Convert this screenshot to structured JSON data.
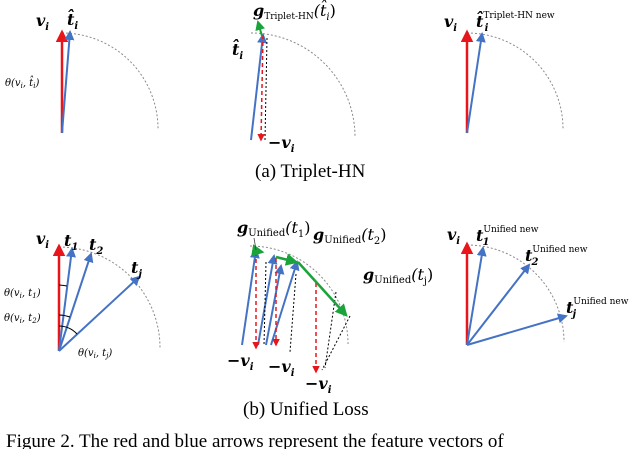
{
  "panels": {
    "a": {
      "caption": "(a) Triplet-HN",
      "left": {
        "v": "v",
        "v_sub": "i",
        "t": "t̂",
        "t_sub": "i",
        "theta": "θ(v",
        "theta_mid": ", t̂",
        "theta_end": ")"
      },
      "middle": {
        "g": "g",
        "g_sub": "Triplet-HN",
        "g_arg": "(t̂",
        "g_arg_end": ")",
        "t": "t̂",
        "t_sub": "i",
        "negv": "−v",
        "negv_sub": "i"
      },
      "right": {
        "v": "v",
        "v_sub": "i",
        "t": "t̂",
        "t_sub": "i",
        "t_sup": "Triplet-HN new"
      }
    },
    "b": {
      "caption": "(b) Unified Loss",
      "left": {
        "v": "v",
        "v_sub": "i",
        "t1": "t",
        "t1_sub": "1",
        "t2": "t",
        "t2_sub": "2",
        "tj": "t",
        "tj_sub": "j",
        "theta1": "θ(v",
        "theta1_b": ", t",
        "theta1_c": ")",
        "theta2": "θ(v",
        "theta2_b": ", t",
        "theta2_c": ")",
        "thetaj": "θ(v",
        "thetaj_b": ", t",
        "thetaj_c": ")"
      },
      "middle": {
        "g1": "g",
        "g1_sub": "Unified",
        "g1_arg": "(t",
        "g1_arg_sub": "1",
        "g1_end": ")",
        "g2": "g",
        "g2_sub": "Unified",
        "g2_arg": "(t",
        "g2_arg_sub": "2",
        "g2_end": ")",
        "gj": "g",
        "gj_sub": "Unified",
        "gj_arg": "(t",
        "gj_arg_sub": "j",
        "gj_end": ")",
        "negv": "−v",
        "negv_sub": "i"
      },
      "right": {
        "v": "v",
        "v_sub": "i",
        "t1": "t",
        "t1_sub": "1",
        "t2": "t",
        "t2_sub": "2",
        "tj": "t",
        "tj_sub": "j",
        "sup": "Unified new"
      }
    }
  },
  "figure_caption": "Figure 2. The red and blue arrows represent the feature vectors of",
  "colors": {
    "red": "#e8161b",
    "blue": "#4472c4",
    "green": "#1aa33a",
    "arc": "#8a8a8a"
  }
}
